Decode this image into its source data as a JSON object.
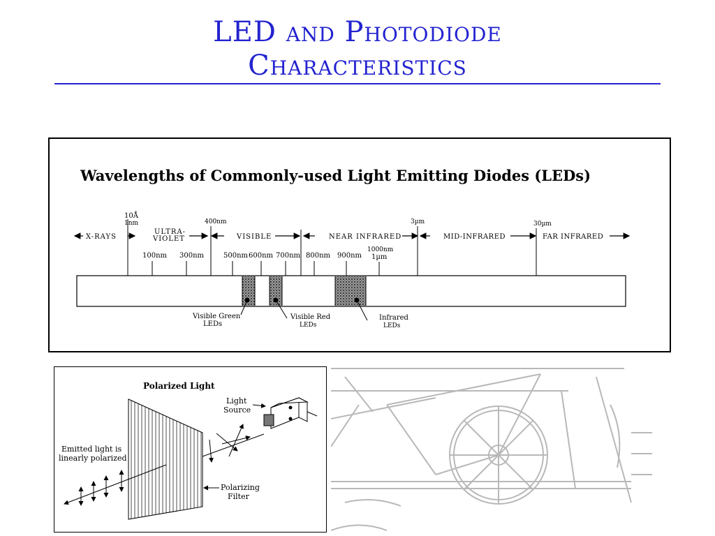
{
  "slide": {
    "title_line1": "LED and Photodiode",
    "title_line2": "Characteristics"
  },
  "spectrum": {
    "title": "Wavelengths of Commonly-used Light Emitting Diodes  (LEDs)",
    "top_marks": [
      {
        "id": "mark-10a",
        "text": "10Å"
      },
      {
        "id": "mark-1nm",
        "text": "1nm"
      },
      {
        "id": "mark-400nm",
        "text": "400nm"
      },
      {
        "id": "mark-3um",
        "text": "3µm"
      },
      {
        "id": "mark-30um",
        "text": "30µm"
      }
    ],
    "regions": [
      {
        "id": "xrays",
        "text": "X-RAYS"
      },
      {
        "id": "uv1",
        "text": "ULTRA-"
      },
      {
        "id": "uv2",
        "text": "VIOLET"
      },
      {
        "id": "visible",
        "text": "VISIBLE"
      },
      {
        "id": "nir",
        "text": "NEAR INFRARED"
      },
      {
        "id": "mir",
        "text": "MID-INFRARED"
      },
      {
        "id": "fir",
        "text": "FAR INFRARED"
      }
    ],
    "ticks": [
      {
        "id": "t100",
        "text": "100nm"
      },
      {
        "id": "t300",
        "text": "300nm"
      },
      {
        "id": "t500",
        "text": "500nm"
      },
      {
        "id": "t600",
        "text": "600nm"
      },
      {
        "id": "t700",
        "text": "700nm"
      },
      {
        "id": "t800",
        "text": "800nm"
      },
      {
        "id": "t900",
        "text": "900nm"
      },
      {
        "id": "t1000",
        "text": "1000nm"
      },
      {
        "id": "t1um",
        "text": "1µm"
      }
    ],
    "callouts": {
      "green_1": "Visible Green",
      "green_2": "LEDs",
      "red_1": "Visible Red",
      "red_2": "LEDs",
      "ir_1": "Infrared",
      "ir_2": "LEDs"
    }
  },
  "polarized": {
    "title": "Polarized Light",
    "source_1": "Light",
    "source_2": "Source",
    "emitted_1": "Emitted light is",
    "emitted_2": "linearly polarized",
    "filter_1": "Polarizing",
    "filter_2": "Filter"
  },
  "colors": {
    "title": "#2323d0",
    "line": "#000000",
    "sketch": "#b8b8b8"
  }
}
